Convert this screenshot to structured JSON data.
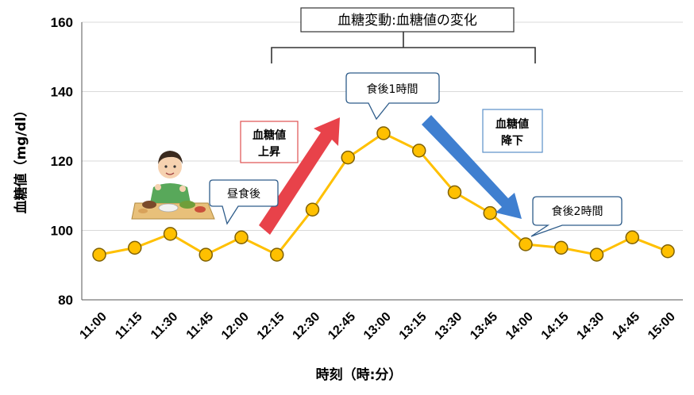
{
  "chart_data": {
    "type": "line",
    "title": "血糖変動:血糖値の変化",
    "xlabel": "時刻（時:分）",
    "ylabel": "血糖値（mg/dl）",
    "ylim": [
      80,
      160
    ],
    "yticks": [
      80,
      100,
      120,
      140,
      160
    ],
    "grid": true,
    "categories": [
      "11:00",
      "11:15",
      "11:30",
      "11:45",
      "12:00",
      "12:15",
      "12:30",
      "12:45",
      "13:00",
      "13:15",
      "13:30",
      "13:45",
      "14:00",
      "14:15",
      "14:30",
      "14:45",
      "15:00"
    ],
    "series": [
      {
        "values": [
          93,
          95,
          99,
          93,
          98,
          93,
          106,
          121,
          128,
          123,
          111,
          105,
          96,
          95,
          93,
          98,
          94
        ]
      }
    ],
    "colors": {
      "line": "#FFC000",
      "marker_fill": "#FFC000",
      "marker_edge": "#7F6000",
      "rise_arrow": "#E8424A",
      "fall_arrow": "#3F7FD0",
      "callout_border": "#2E5C8A",
      "rise_box_border": "#E05050",
      "fall_box_border": "#5B8FC8"
    },
    "annotations": {
      "after_lunch": "昼食後",
      "one_hour": "食後1時間",
      "two_hours": "食後2時間",
      "rise_line1": "血糖値",
      "rise_line2": "上昇",
      "fall_line1": "血糖値",
      "fall_line2": "降下"
    },
    "icons": [
      "person-eating-meal-icon"
    ]
  }
}
